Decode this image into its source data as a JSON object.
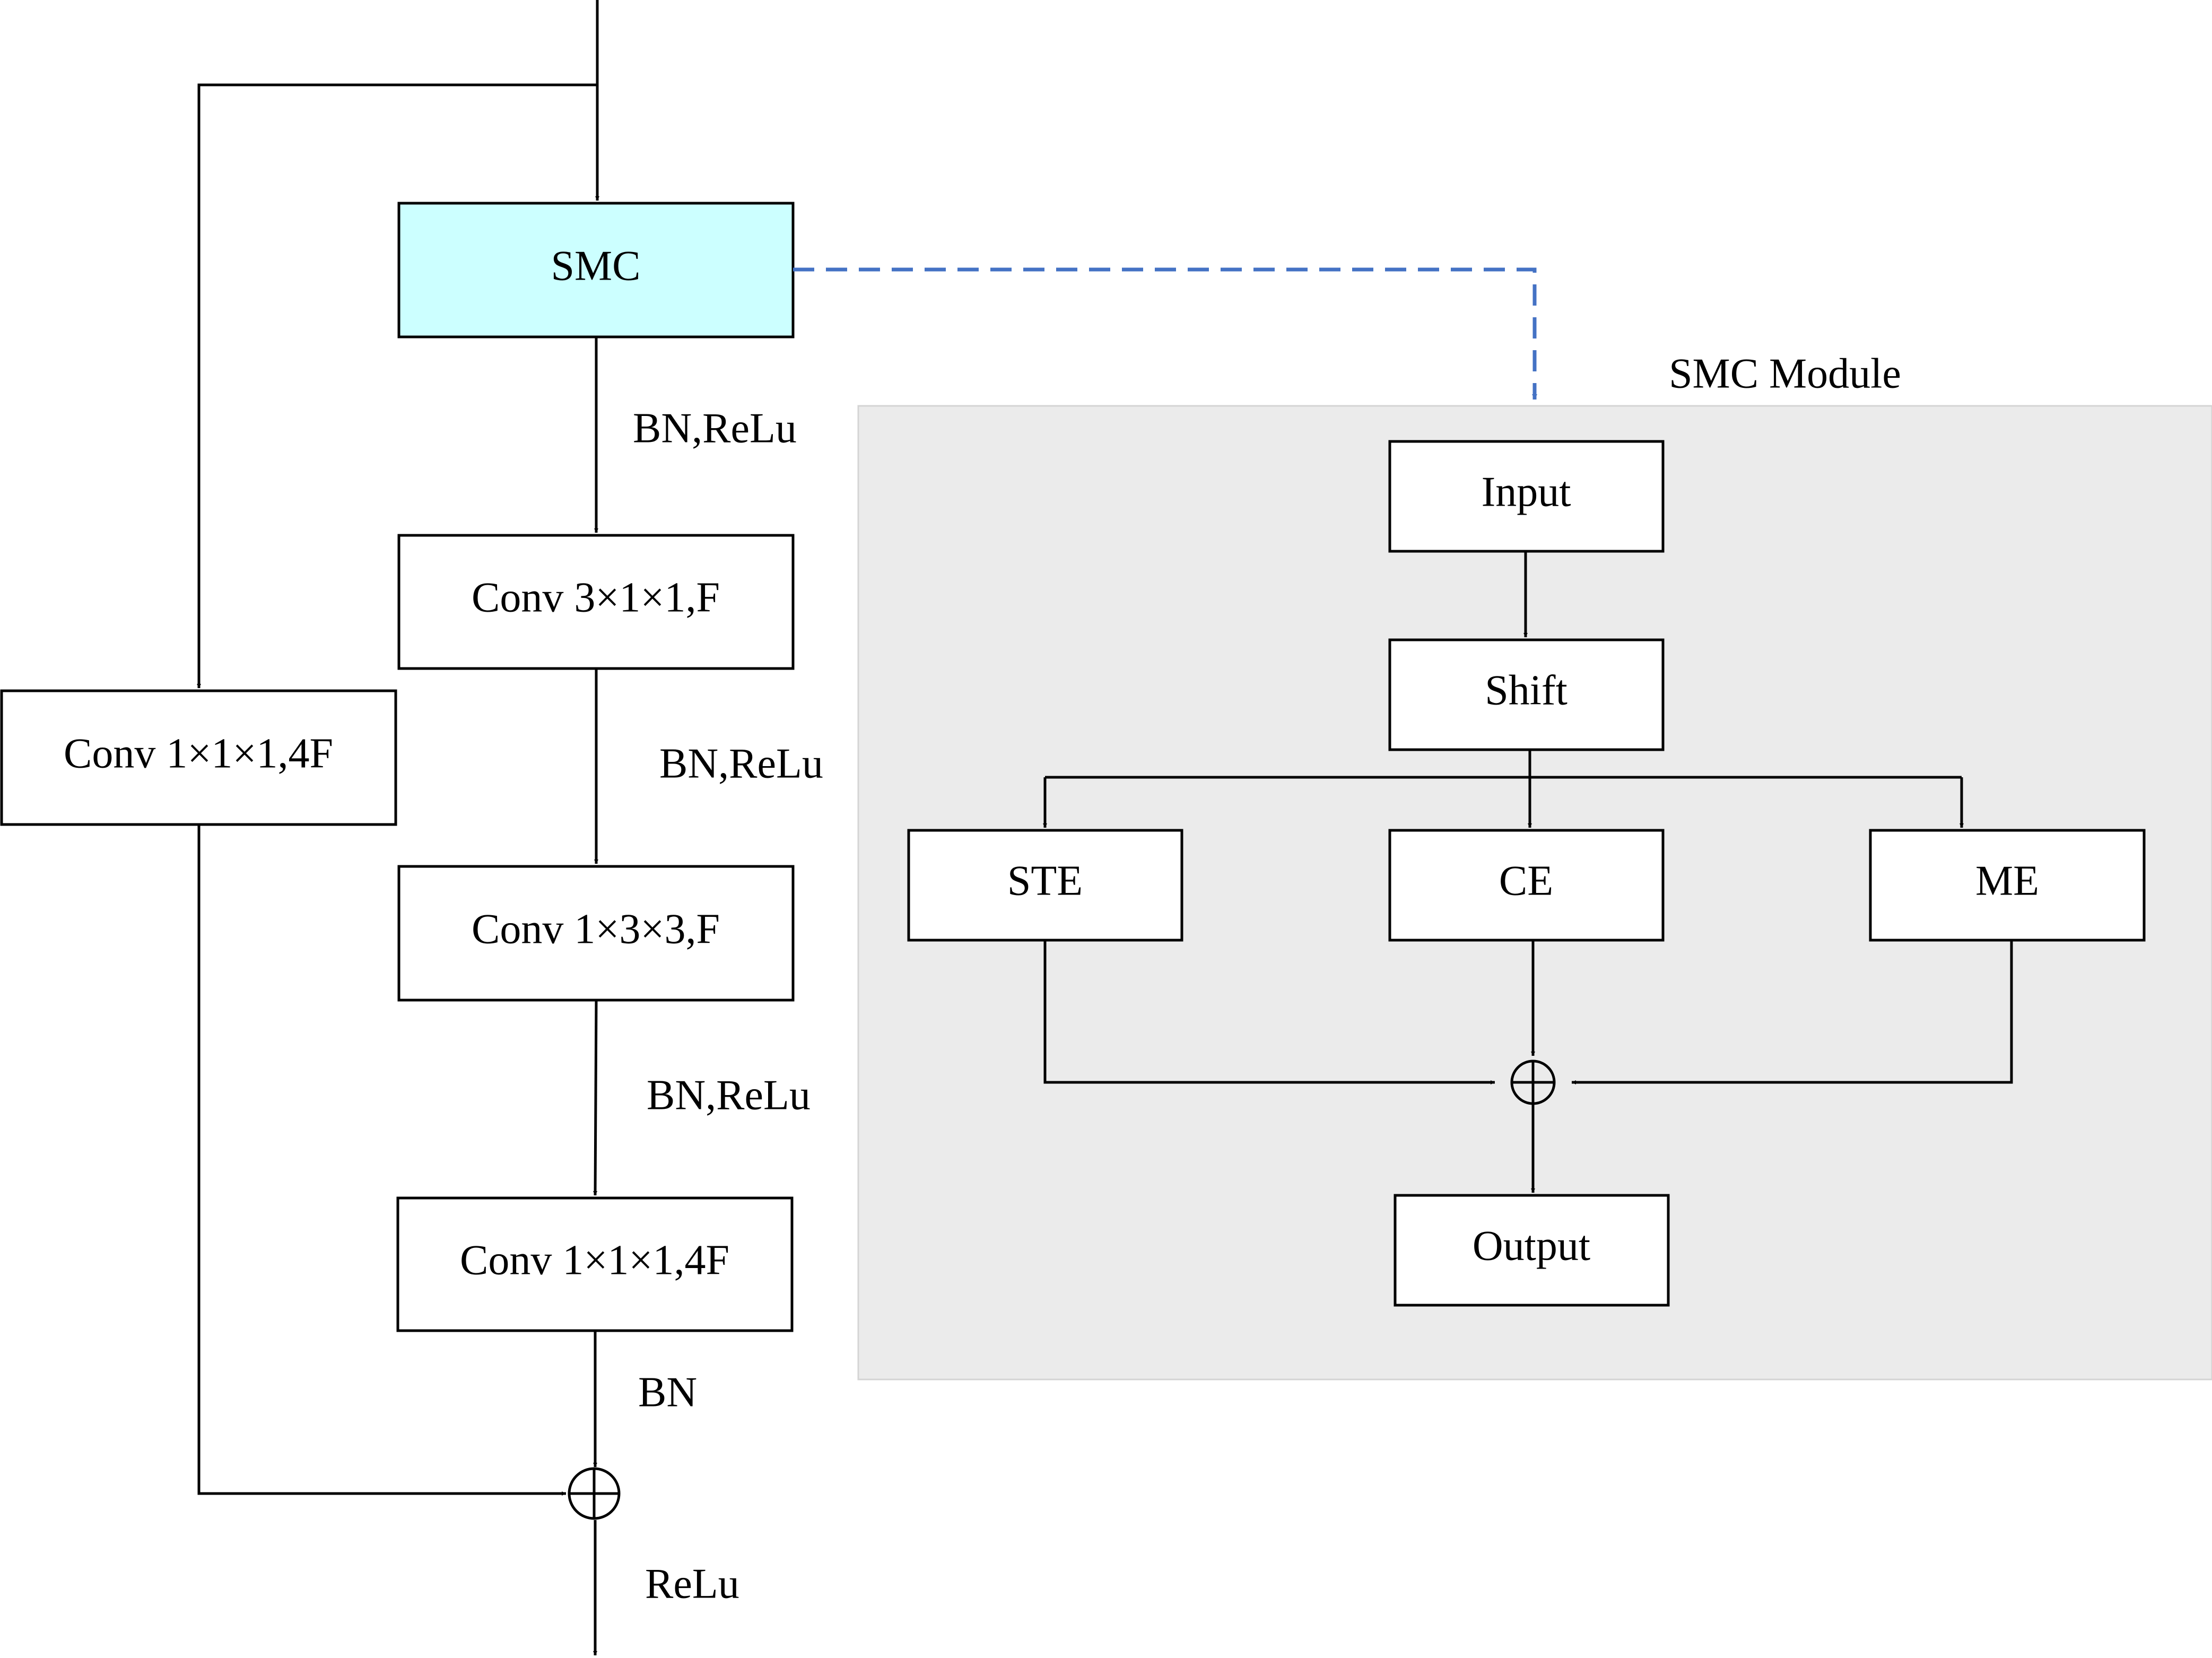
{
  "colors": {
    "background": "#ffffff",
    "stroke": "#000000",
    "smc_fill": "#ccffff",
    "module_panel_fill": "#ebebeb",
    "dashed_link": "#4472c4"
  },
  "main_path": {
    "smc": "SMC",
    "conv_a": "Conv 3×1×1,F",
    "conv_b": "Conv 1×3×3,F",
    "conv_c": "Conv 1×1×1,4F",
    "shortcut_conv": "Conv 1×1×1,4F",
    "label_bn_relu_1": "BN,ReLu",
    "label_bn_relu_2": "BN,ReLu",
    "label_bn_relu_3": "BN,ReLu",
    "label_bn": "BN",
    "label_relu": "ReLu"
  },
  "smc_module": {
    "title": "SMC Module",
    "input": "Input",
    "shift": "Shift",
    "ste": "STE",
    "ce": "CE",
    "me": "ME",
    "output": "Output"
  }
}
